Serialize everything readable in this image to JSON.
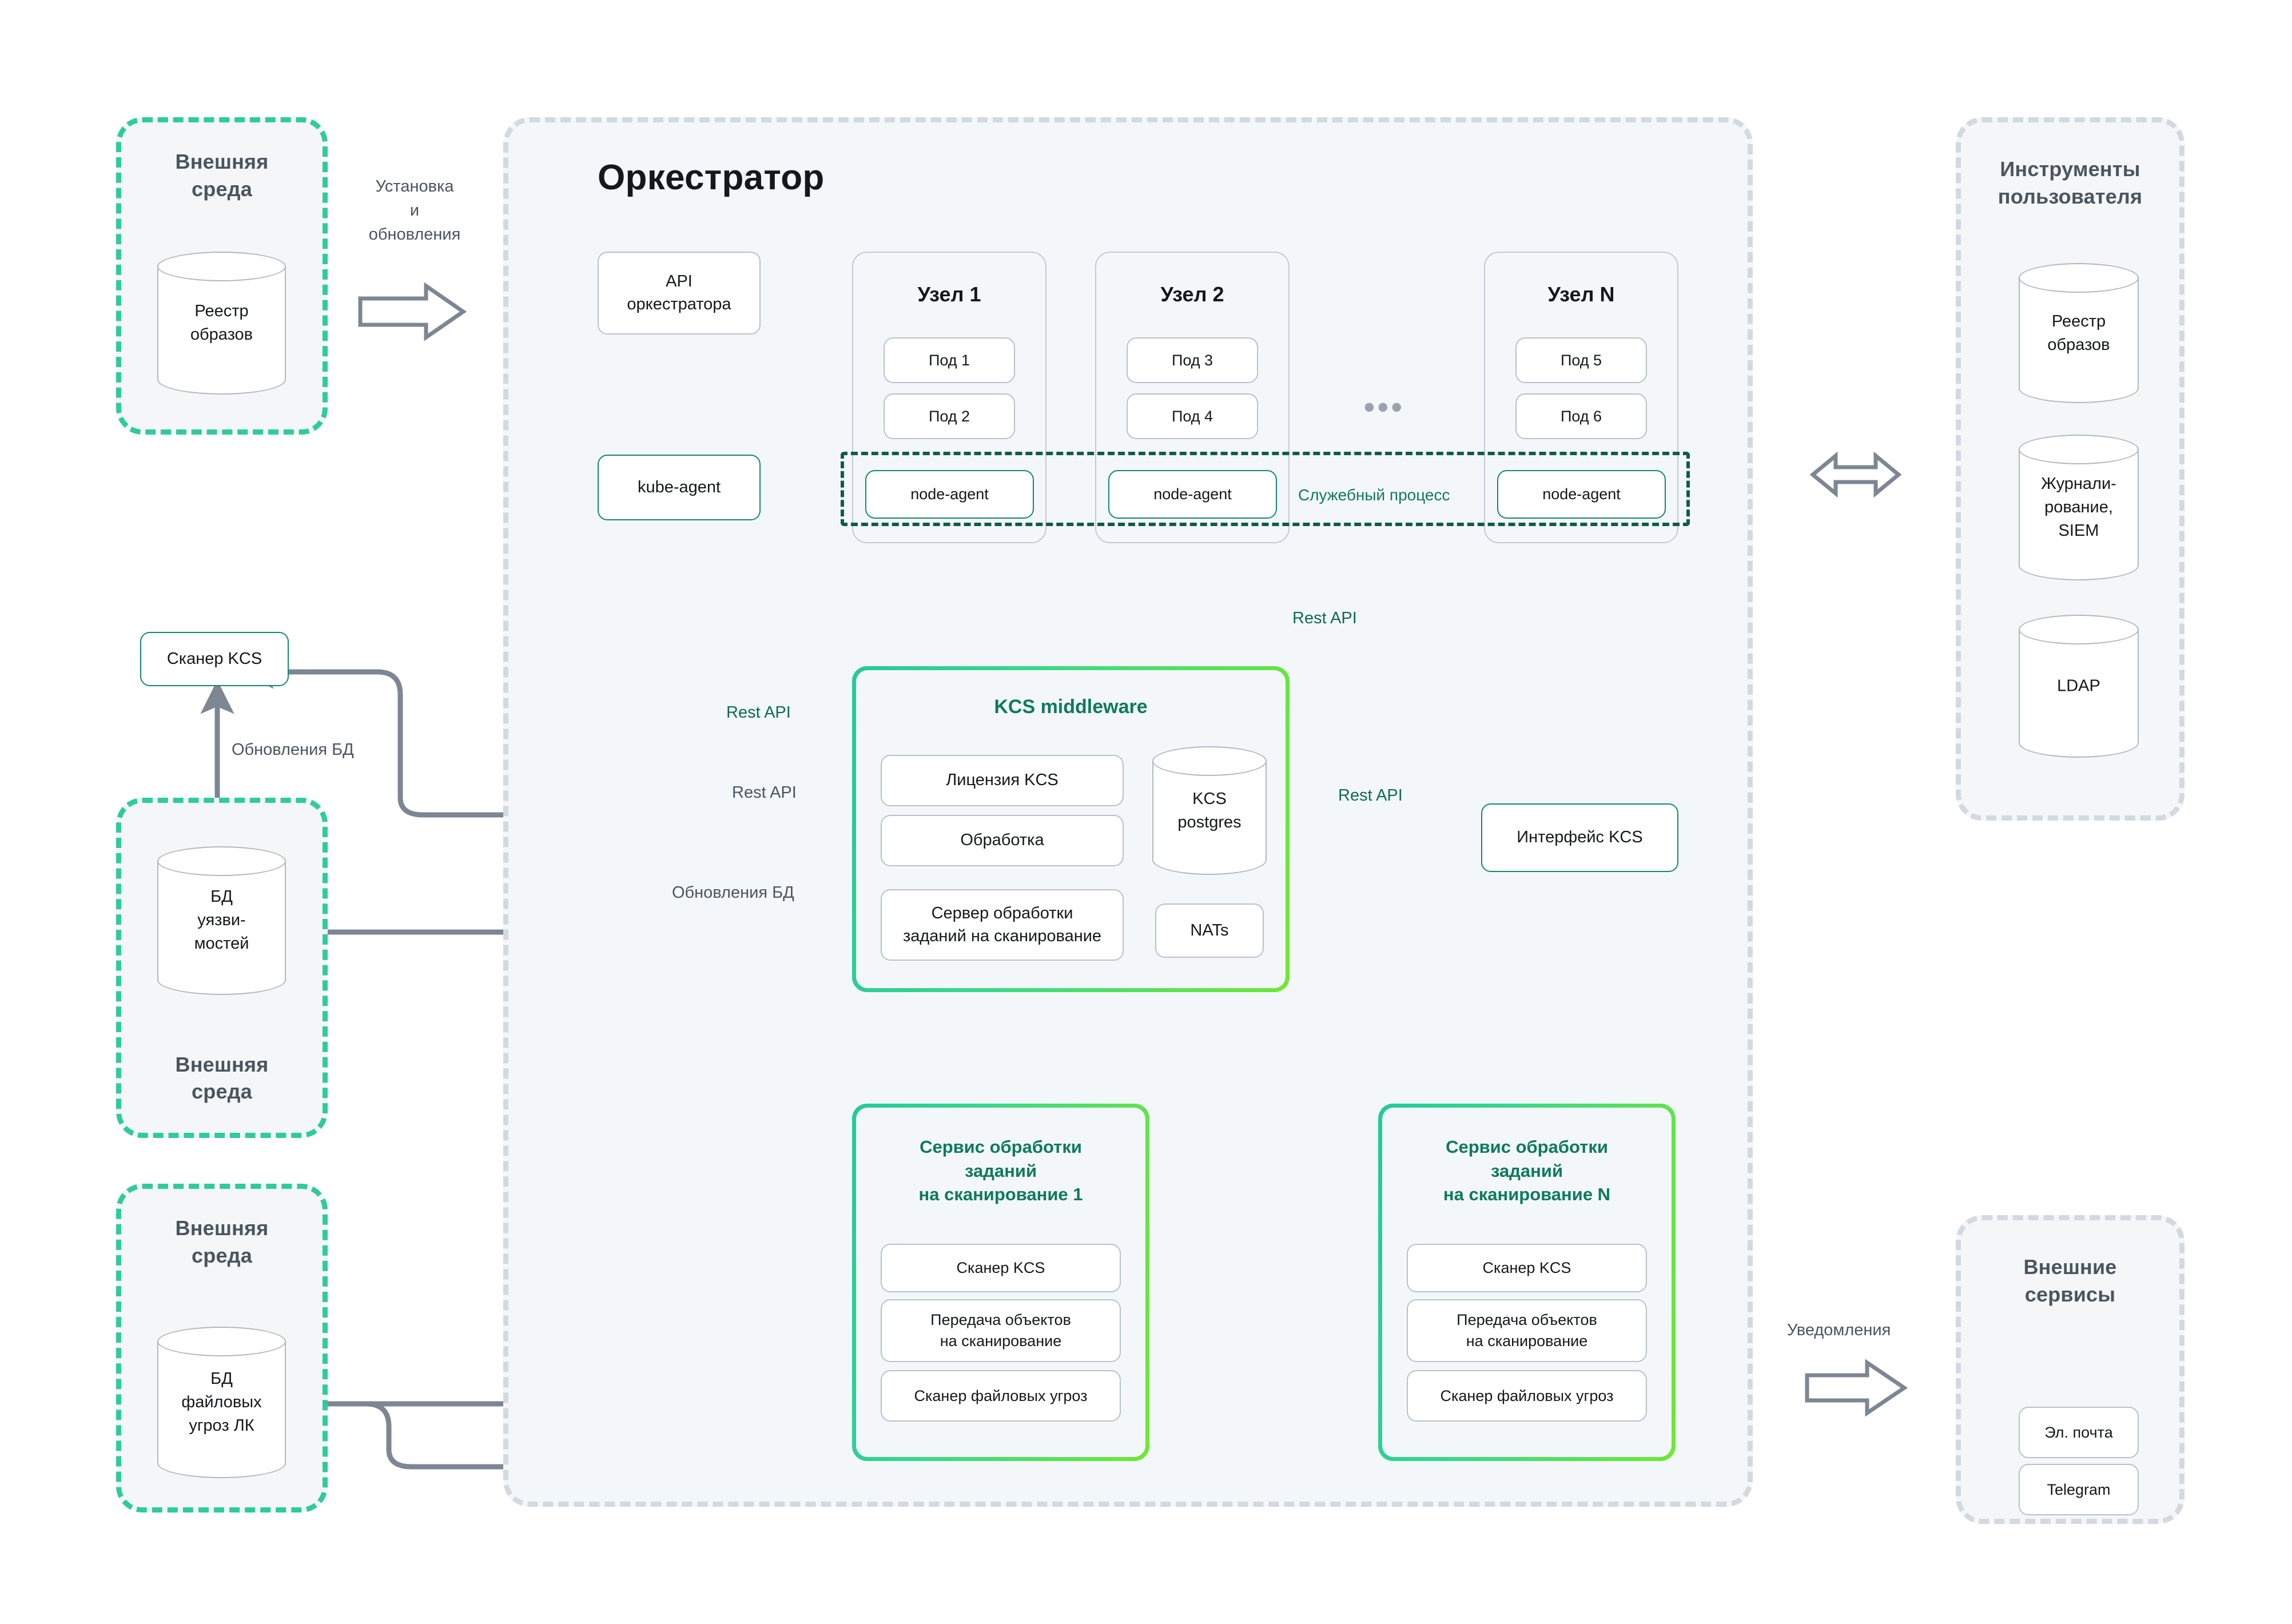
{
  "colors": {
    "accent_teal": "#0f8a6e",
    "accent_green_start": "#25c99a",
    "accent_green_end": "#6fe834",
    "env_dash": "#2ecc9b",
    "panel_dash": "#d3d9e0",
    "panel_fill": "#f4f6f8",
    "arrow_gray": "#7d8793",
    "arrow_teal": "#1a9b78",
    "text_dark": "#14181c",
    "text_muted": "#4a5560"
  },
  "left": {
    "external_env_top": {
      "title": "Внешняя\nсреда",
      "db": "Реестр\nобразов"
    },
    "install_label": "Установка\nи\nобновления",
    "scanner_kcs": "Сканер KCS",
    "db_updates_label": "Обновления БД",
    "external_env_mid": {
      "db": "БД\nуязви-\nмостей",
      "title": "Внешняя\nсреда"
    },
    "external_env_bottom": {
      "title": "Внешняя\nсреда",
      "db": "БД\nфайловых\nугроз ЛК"
    }
  },
  "orchestrator": {
    "title": "Оркестратор",
    "api_box": "API\nоркестратора",
    "kube_agent": "kube-agent",
    "nodes": [
      {
        "title": "Узел 1",
        "pods": [
          "Под 1",
          "Под 2"
        ],
        "agent": "node-agent"
      },
      {
        "title": "Узел 2",
        "pods": [
          "Под 3",
          "Под 4"
        ],
        "agent": "node-agent"
      },
      {
        "title": "Узел N",
        "pods": [
          "Под 5",
          "Под 6"
        ],
        "agent": "node-agent"
      }
    ],
    "ellipsis": "•••",
    "service_process_label": "Служебный процесс",
    "rest_api_nodes_label": "Rest API",
    "rest_api_kube_label": "Rest API",
    "rest_api_left_label": "Rest API",
    "db_updates_left_label": "Обновления БД",
    "middleware": {
      "title": "KCS middleware",
      "items": [
        "Лицензия KCS",
        "Обработка",
        "Сервер обработки\nзаданий на сканирование"
      ],
      "db": "KCS\npostgres",
      "nats": "NATs"
    },
    "scan_services": [
      {
        "title": "Сервис обработки\nзаданий\nна сканирование 1",
        "items": [
          "Сканер KCS",
          "Передача объектов\nна сканирование",
          "Сканер файловых угроз"
        ]
      },
      {
        "title": "Сервис обработки\nзаданий\nна сканирование N",
        "items": [
          "Сканер KCS",
          "Передача объектов\nна сканирование",
          "Сканер файловых угроз"
        ]
      }
    ]
  },
  "right": {
    "rest_api_label": "Rest API",
    "interface_kcs": "Интерфейс KCS",
    "user_tools": {
      "title": "Инструменты\nпользователя",
      "dbs": [
        "Реестр\nобразов",
        "Журнали-\nрование,\nSIEM",
        "LDAP"
      ]
    },
    "notifications_label": "Уведомления",
    "external_services": {
      "title": "Внешние\nсервисы",
      "items": [
        "Эл. почта",
        "Telegram"
      ]
    }
  }
}
